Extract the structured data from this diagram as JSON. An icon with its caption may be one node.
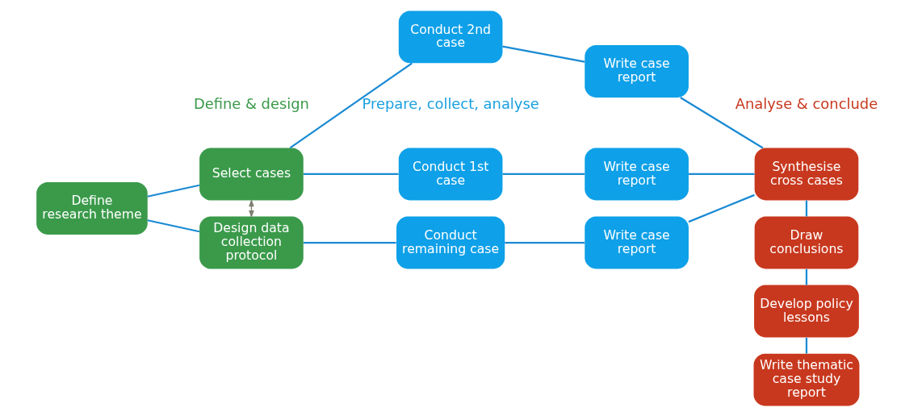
{
  "diagram": {
    "nodes": [
      {
        "text": [
          "Define research theme"
        ]
      },
      {
        "text": [
          "Select cases"
        ]
      },
      {
        "text": [
          "Design data collection protocol"
        ]
      },
      {
        "text": [
          "Conduct 1st case"
        ]
      },
      {
        "text": [
          "Conduct 2nd case"
        ]
      },
      {
        "text": [
          "Conduct remaining case"
        ]
      },
      {
        "text": [
          "Write case report"
        ]
      },
      {
        "text": [
          "Write case report"
        ]
      },
      {
        "text": [
          "Write case report"
        ]
      },
      {
        "text": [
          "Synthesise cross cases"
        ]
      },
      {
        "text": [
          "Draw conclusions"
        ]
      },
      {
        "text": [
          "Develop policy lessons"
        ]
      },
      {
        "text": [
          "Write thematic case study report"
        ]
      }
    ],
    "edges": [
      {
        "from": 0,
        "to": 1,
        "arrow": "none"
      },
      {
        "from": 0,
        "to": 2,
        "arrow": "none"
      },
      {
        "from": 1,
        "to": 2,
        "arrow": "both",
        "color": "#7f7f72"
      },
      {
        "from": 1,
        "to": 3,
        "arrow": "none"
      },
      {
        "from": 1,
        "to": 4,
        "arrow": "none"
      },
      {
        "from": 2,
        "to": 5,
        "arrow": "none"
      },
      {
        "from": 3,
        "to": 6,
        "arrow": "none"
      },
      {
        "from": 4,
        "to": 7,
        "arrow": "none"
      },
      {
        "from": 5,
        "to": 8,
        "arrow": "none"
      },
      {
        "from": 6,
        "to": 9,
        "arrow": "none"
      },
      {
        "from": 7,
        "to": 9,
        "arrow": "none"
      },
      {
        "from": 8,
        "to": 9,
        "arrow": "none"
      },
      {
        "from": 9,
        "to": 10,
        "arrow": "none"
      },
      {
        "from": 10,
        "to": 11,
        "arrow": "none"
      },
      {
        "from": 11,
        "to": 12,
        "arrow": "none"
      }
    ],
    "labels": [
      "Define & design",
      "Prepare, collect, analyse",
      "Analyse & conclude"
    ]
  }
}
